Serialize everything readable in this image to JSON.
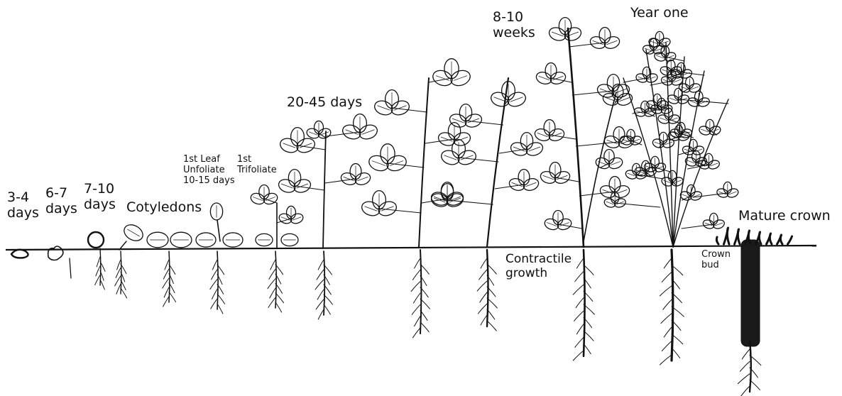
{
  "stages": {
    "d3_4": [
      "3-4",
      "days"
    ],
    "d6_7": [
      "6-7",
      "days"
    ],
    "d7_10": [
      "7-10",
      "days"
    ],
    "cotyledons": "Cotyledons",
    "leaf1": [
      "1st Leaf",
      "Unfoliate",
      "10-15 days"
    ],
    "trifoliate": [
      "1st",
      "Trifoliate"
    ],
    "d20_45": "20-45 days",
    "w8_10": [
      "8-10",
      "weeks"
    ],
    "year_one": "Year one",
    "mature_crown": "Mature crown"
  },
  "annotations": {
    "contractile": [
      "Contractile",
      "growth"
    ],
    "crown_bud": [
      "Crown",
      "bud"
    ]
  },
  "colors": {
    "ink": "#111111",
    "background": "#ffffff"
  }
}
